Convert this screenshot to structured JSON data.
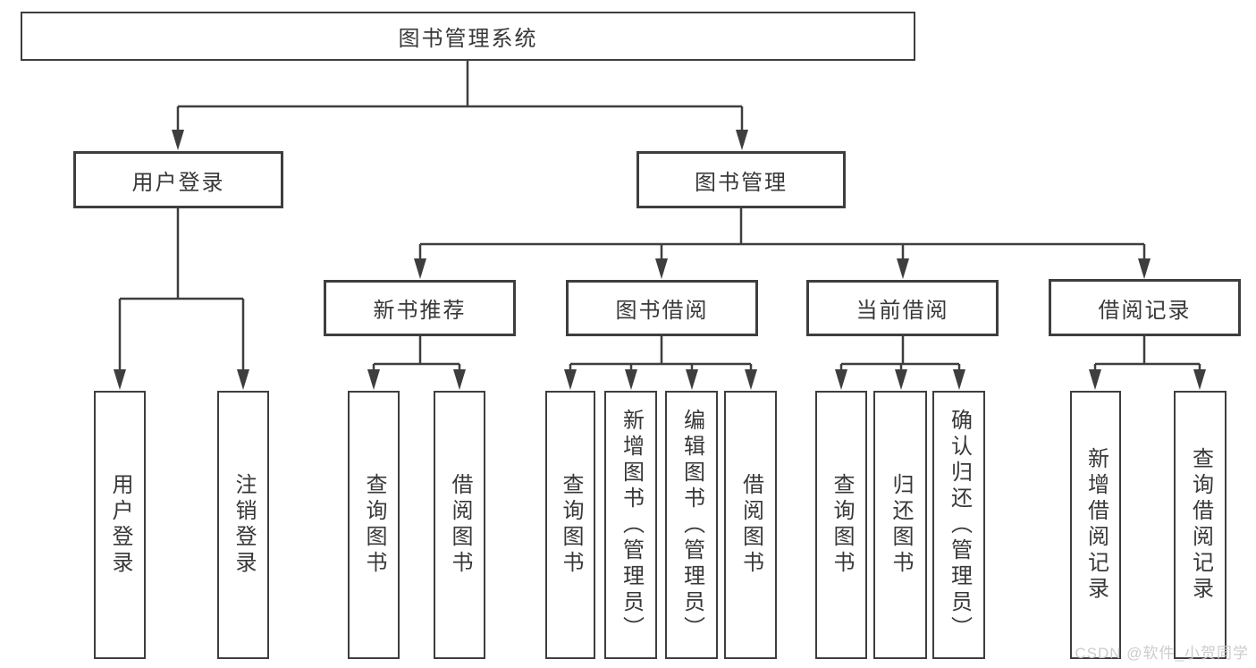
{
  "diagram": {
    "title_node": {
      "label": "图书管理系统"
    },
    "level2": [
      {
        "id": "user-login",
        "label": "用户登录"
      },
      {
        "id": "book-management",
        "label": "图书管理"
      }
    ],
    "level3": [
      {
        "id": "new-book-recommendation",
        "label": "新书推荐",
        "parent": "图书管理"
      },
      {
        "id": "book-borrowing",
        "label": "图书借阅",
        "parent": "图书管理"
      },
      {
        "id": "current-borrowing",
        "label": "当前借阅",
        "parent": "图书管理"
      },
      {
        "id": "borrowing-records",
        "label": "借阅记录",
        "parent": "图书管理"
      }
    ],
    "leaves": [
      {
        "id": "user-login-action",
        "label": "用户登录",
        "parent": "用户登录"
      },
      {
        "id": "logout",
        "label": "注销登录",
        "parent": "用户登录"
      },
      {
        "id": "query-books-recommend",
        "label": "查询图书",
        "parent": "新书推荐"
      },
      {
        "id": "borrow-books-recommend",
        "label": "借阅图书",
        "parent": "新书推荐"
      },
      {
        "id": "query-books-borrow",
        "label": "查询图书",
        "parent": "图书借阅"
      },
      {
        "id": "add-books-admin",
        "label": "新增图书（管理员）",
        "parent": "图书借阅"
      },
      {
        "id": "edit-books-admin",
        "label": "编辑图书（管理员）",
        "parent": "图书借阅"
      },
      {
        "id": "borrow-books",
        "label": "借阅图书",
        "parent": "图书借阅"
      },
      {
        "id": "query-books-current",
        "label": "查询图书",
        "parent": "当前借阅"
      },
      {
        "id": "return-books",
        "label": "归还图书",
        "parent": "当前借阅"
      },
      {
        "id": "confirm-return-admin",
        "label": "确认归还（管理员）",
        "parent": "当前借阅"
      },
      {
        "id": "add-borrow-record",
        "label": "新增借阅记录",
        "parent": "借阅记录"
      },
      {
        "id": "query-borrow-record",
        "label": "查询借阅记录",
        "parent": "借阅记录"
      }
    ],
    "watermark": "CSDN @软件_小贺同学",
    "colors": {
      "line": "#3e3e3e",
      "text": "#383838",
      "background": "#ffffff",
      "watermark": "#c9c9c9"
    }
  }
}
